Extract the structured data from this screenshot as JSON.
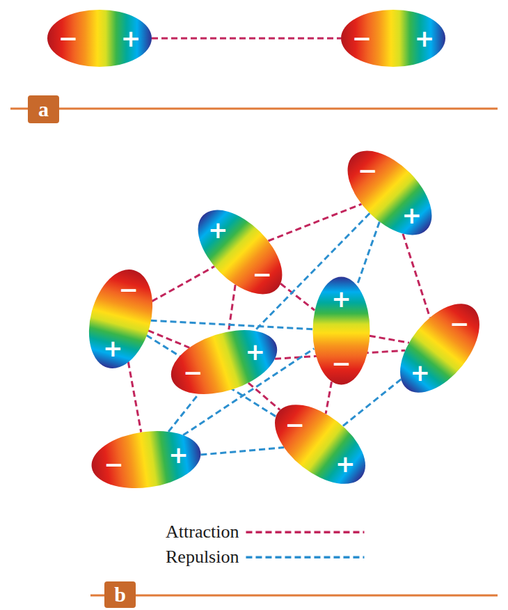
{
  "diagram": {
    "nodes": [
      {
        "text": [
          "−",
          "+"
        ]
      },
      {
        "text": [
          "−",
          "+"
        ]
      },
      {
        "text": [
          "−",
          "+"
        ]
      },
      {
        "text": [
          "−",
          "+"
        ]
      },
      {
        "text": [
          "−",
          "+"
        ]
      },
      {
        "text": [
          "−",
          "+"
        ]
      },
      {
        "text": [
          "−",
          "+"
        ]
      },
      {
        "text": [
          "−",
          "+"
        ]
      },
      {
        "text": [
          "−",
          "+"
        ]
      },
      {
        "text": [
          "−",
          "+"
        ]
      }
    ],
    "edges": [
      {
        "from": 0,
        "to": 1,
        "arrow": "none"
      },
      {
        "from": 3,
        "to": 2,
        "arrow": "none"
      },
      {
        "from": 2,
        "to": 6,
        "arrow": "none"
      },
      {
        "from": 4,
        "to": 3,
        "arrow": "none"
      },
      {
        "from": 3,
        "to": 5,
        "arrow": "none"
      },
      {
        "from": 4,
        "to": 7,
        "arrow": "none"
      },
      {
        "from": 4,
        "to": 9,
        "arrow": "none"
      },
      {
        "from": 7,
        "to": 8,
        "arrow": "none"
      },
      {
        "from": 5,
        "to": 6,
        "arrow": "none"
      },
      {
        "from": 5,
        "to": 8,
        "arrow": "none"
      },
      {
        "from": 3,
        "to": 7,
        "arrow": "none"
      },
      {
        "from": 7,
        "to": 6,
        "arrow": "none"
      },
      {
        "from": 6,
        "to": 8,
        "arrow": "none"
      },
      {
        "from": 2,
        "to": 5,
        "arrow": "none"
      },
      {
        "from": 4,
        "to": 5,
        "arrow": "none"
      },
      {
        "from": 9,
        "to": 8,
        "arrow": "none"
      },
      {
        "from": 9,
        "to": 7,
        "arrow": "none"
      },
      {
        "from": 9,
        "to": 5,
        "arrow": "none"
      },
      {
        "from": 2,
        "to": 7,
        "arrow": "none"
      },
      {
        "from": 4,
        "to": 8,
        "arrow": "none"
      }
    ],
    "labels": [
      "a",
      "b"
    ],
    "legend": [
      {
        "text": "Attraction"
      },
      {
        "text": "Repulsion"
      }
    ]
  }
}
